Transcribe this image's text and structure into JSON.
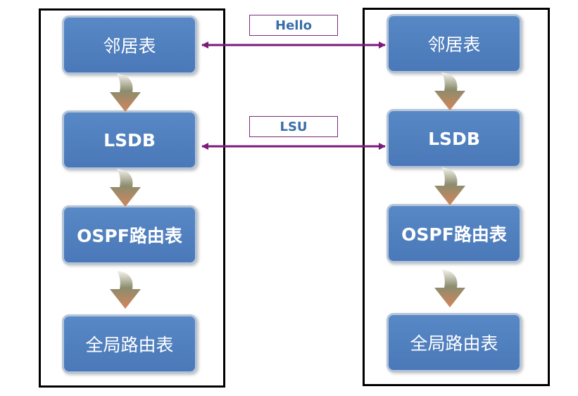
{
  "left_router": {
    "nodes": [
      "邻居表",
      "LSDB",
      "OSPF路由表",
      "全局路由表"
    ]
  },
  "right_router": {
    "nodes": [
      "邻居表",
      "LSDB",
      "OSPF路由表",
      "全局路由表"
    ]
  },
  "messages": {
    "hello": "Hello",
    "lsu": "LSU"
  },
  "colors": {
    "node_fill": "#4f7fbf",
    "node_border": "#b4c4d8",
    "link": "#7b1a7b",
    "label_text": "#3a6ea8"
  }
}
